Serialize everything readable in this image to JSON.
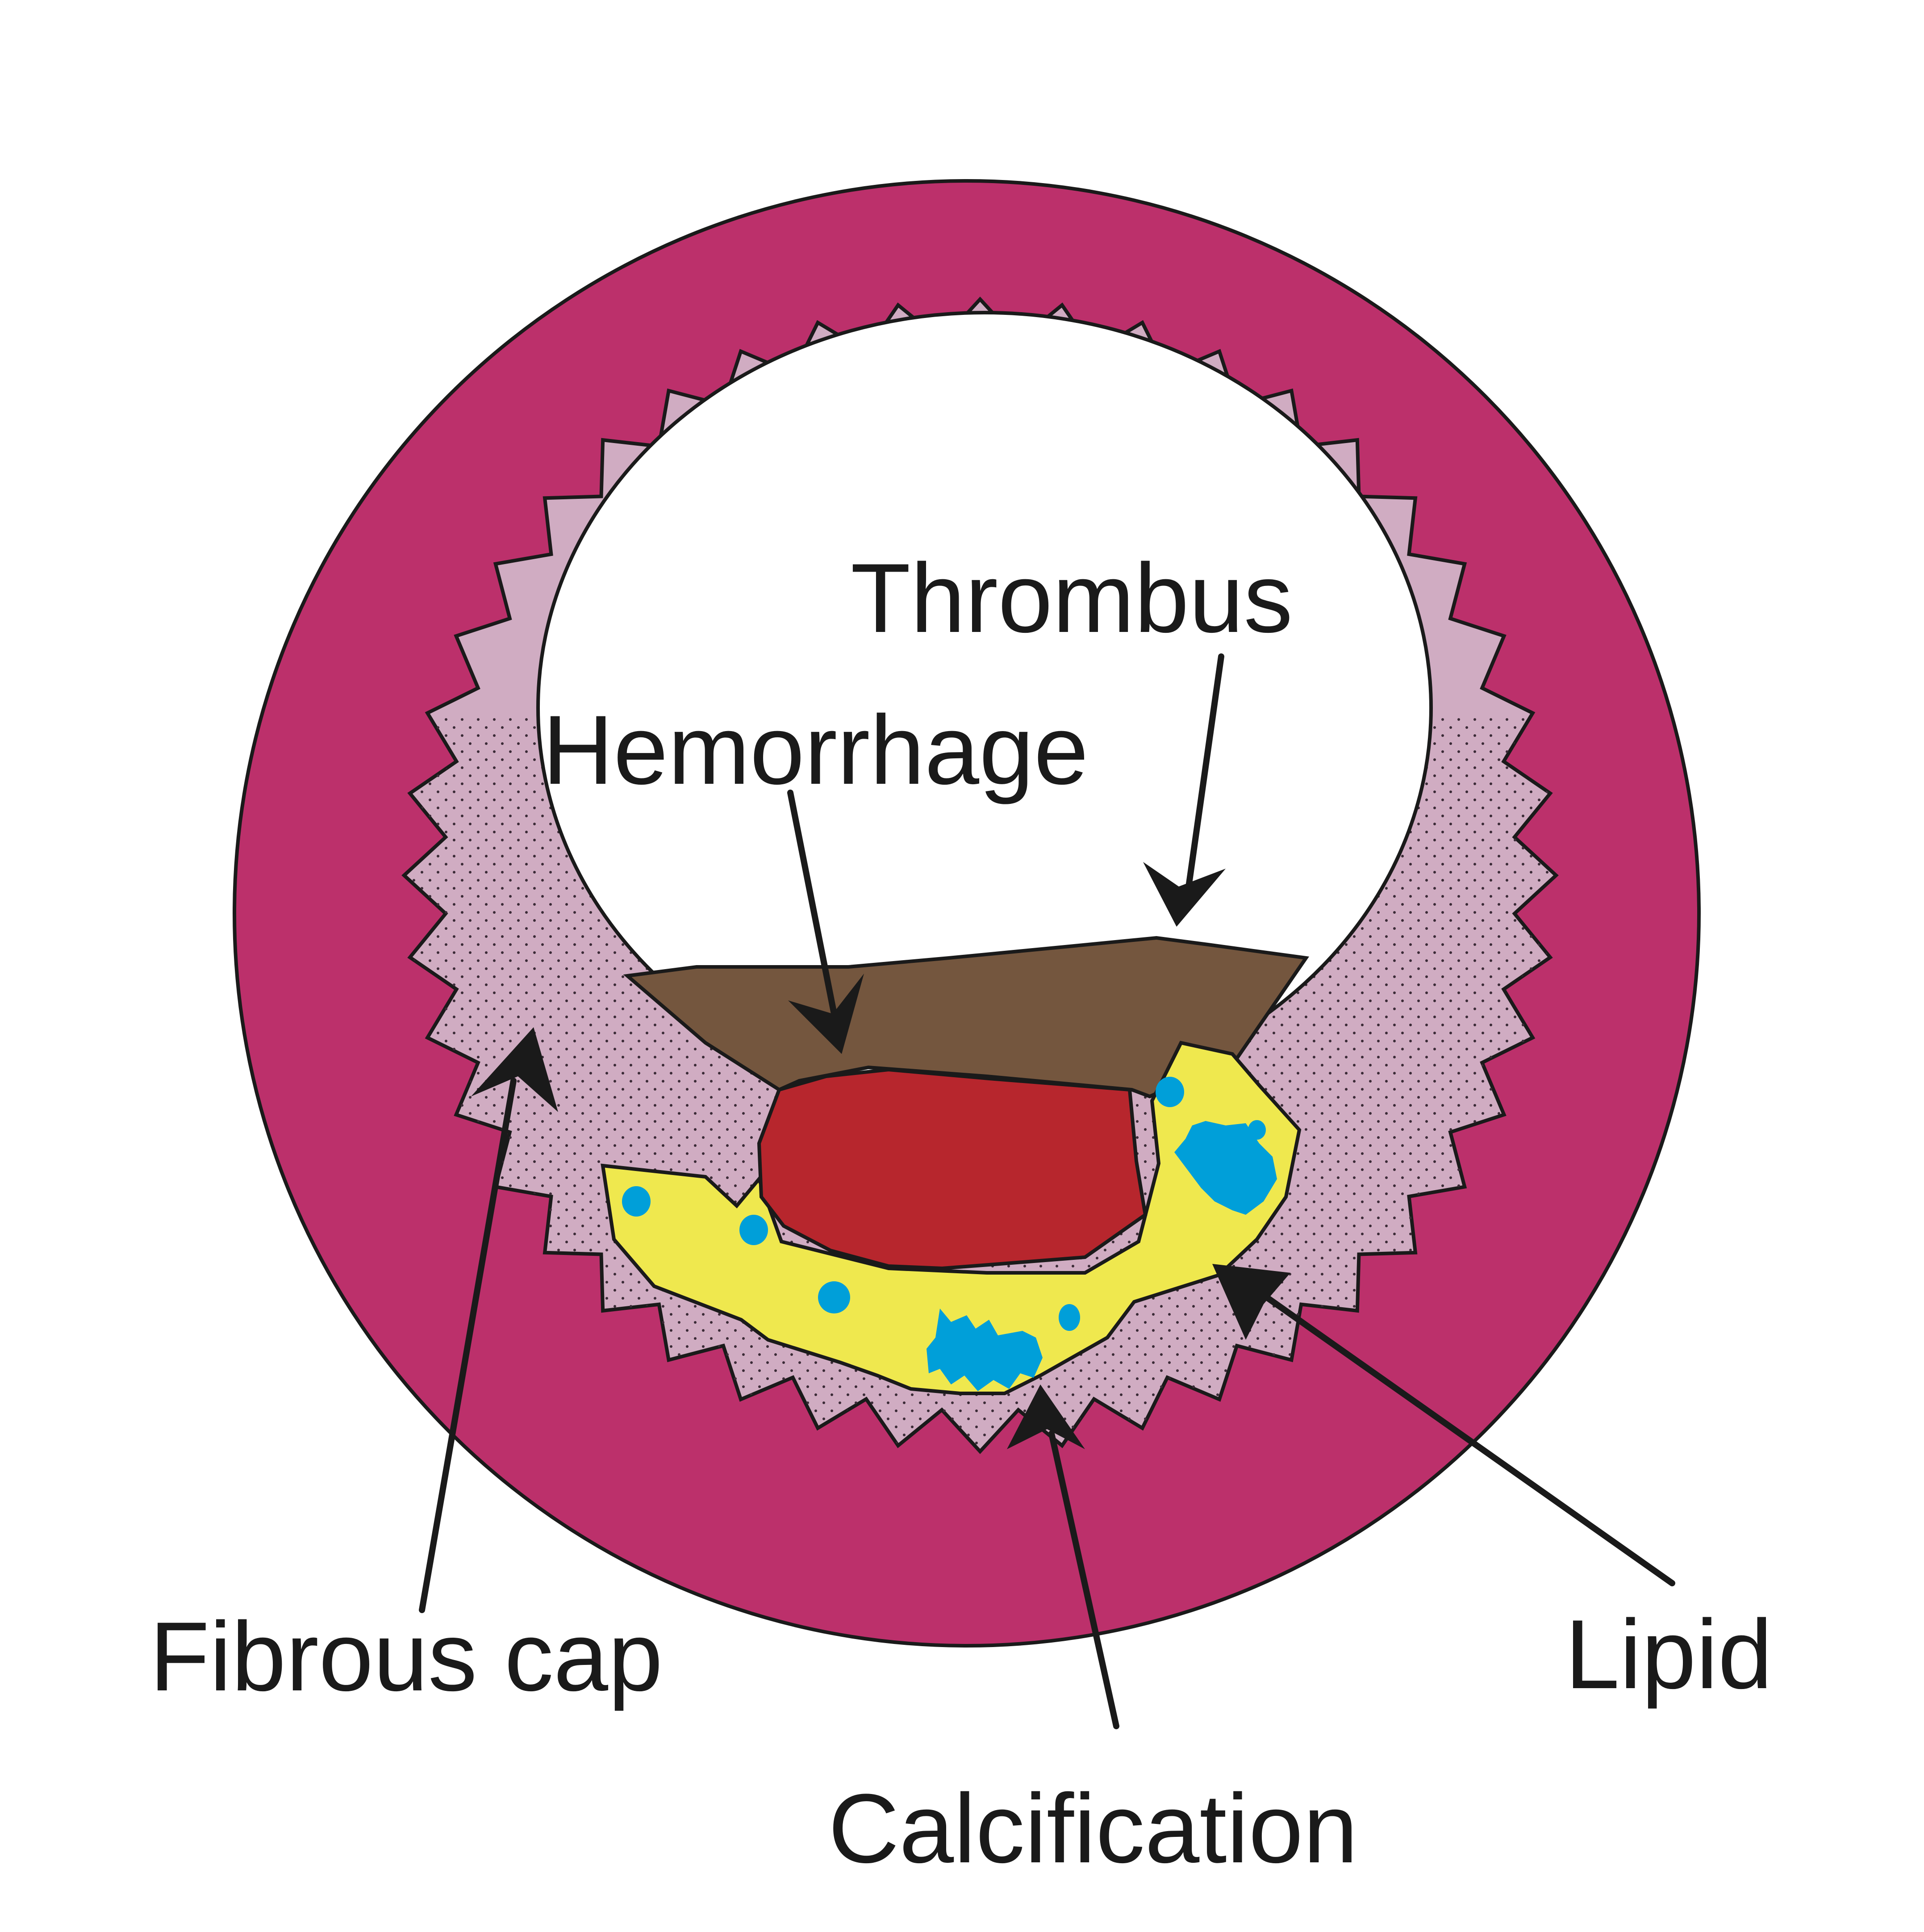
{
  "diagram": {
    "labels": {
      "thrombus": "Thrombus",
      "hemorrhage": "Hemorrhage",
      "fibrous_cap": "Fibrous cap",
      "lipid": "Lipid",
      "calcification": "Calcification"
    },
    "colors": {
      "outer_wall": "#BC306B",
      "intima": "#D0ACC2",
      "lumen": "#FFFFFF",
      "thrombus": "#74563E",
      "hemorrhage": "#B7262D",
      "lipid": "#EFE84E",
      "calcification": "#009FD9",
      "outline": "#1A1A1A"
    }
  }
}
